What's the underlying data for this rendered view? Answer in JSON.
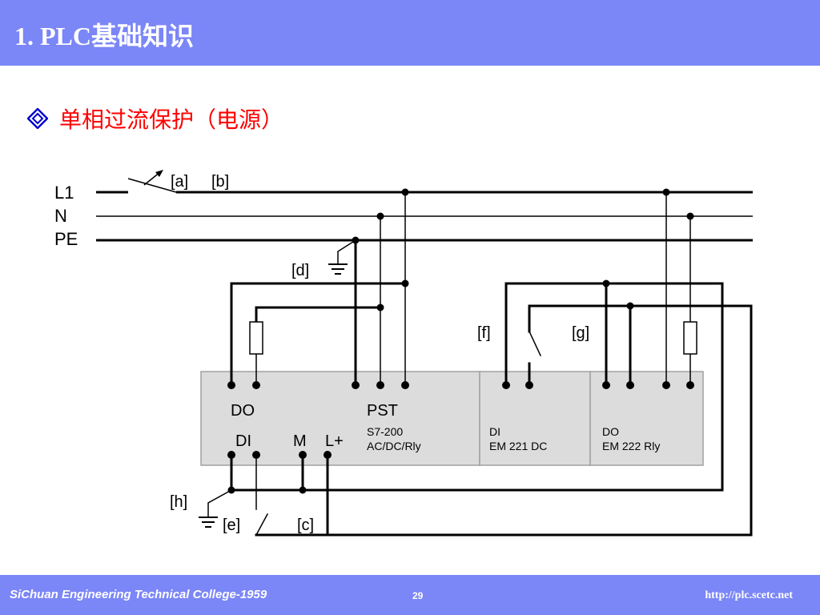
{
  "header": {
    "title": "1. PLC基础知识"
  },
  "bullet": {
    "icon": "diamond-bullet-icon",
    "text": "单相过流保护（电源）",
    "color": "#ff0000"
  },
  "diagram": {
    "lines": {
      "l1": "L1",
      "n": "N",
      "pe": "PE"
    },
    "tags": {
      "a": "[a]",
      "b": "[b]",
      "c": "[c]",
      "d": "[d]",
      "e": "[e]",
      "f": "[f]",
      "g": "[g]",
      "h": "[h]"
    },
    "cpu": {
      "do_label": "DO",
      "pst_label": "PST",
      "di_label": "DI",
      "m_label": "M",
      "lplus_label": "L+",
      "model": "S7-200",
      "type": "AC/DC/Rly"
    },
    "em221": {
      "label": "DI",
      "model": "EM 221 DC"
    },
    "em222": {
      "label": "DO",
      "model": "EM 222 Rly"
    }
  },
  "footer": {
    "college": "SiChuan Engineering Technical College-1959",
    "page": "29",
    "url": "http://plc.scetc.net"
  },
  "colors": {
    "bar": "#7b86f7",
    "module_fill": "#dcdcdc",
    "accent_red": "#ff0000"
  }
}
